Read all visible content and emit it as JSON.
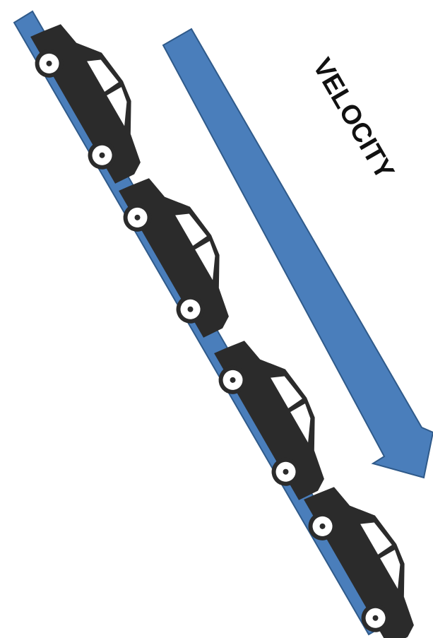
{
  "diagram": {
    "label": "VELOCITY",
    "colors": {
      "ramp_fill": "#4a7ebb",
      "ramp_stroke": "#2f5a8a",
      "arrow_fill": "#4a7ebb",
      "arrow_stroke": "#2f5a8a",
      "car_body": "#2b2b2b",
      "car_window": "#ffffff",
      "wheel": "#ffffff",
      "background": "#ffffff"
    },
    "cars": [
      {
        "name": "car-1",
        "icon": "car-icon"
      },
      {
        "name": "car-2",
        "icon": "car-icon"
      },
      {
        "name": "car-3",
        "icon": "car-icon"
      },
      {
        "name": "car-4",
        "icon": "car-icon"
      }
    ]
  }
}
